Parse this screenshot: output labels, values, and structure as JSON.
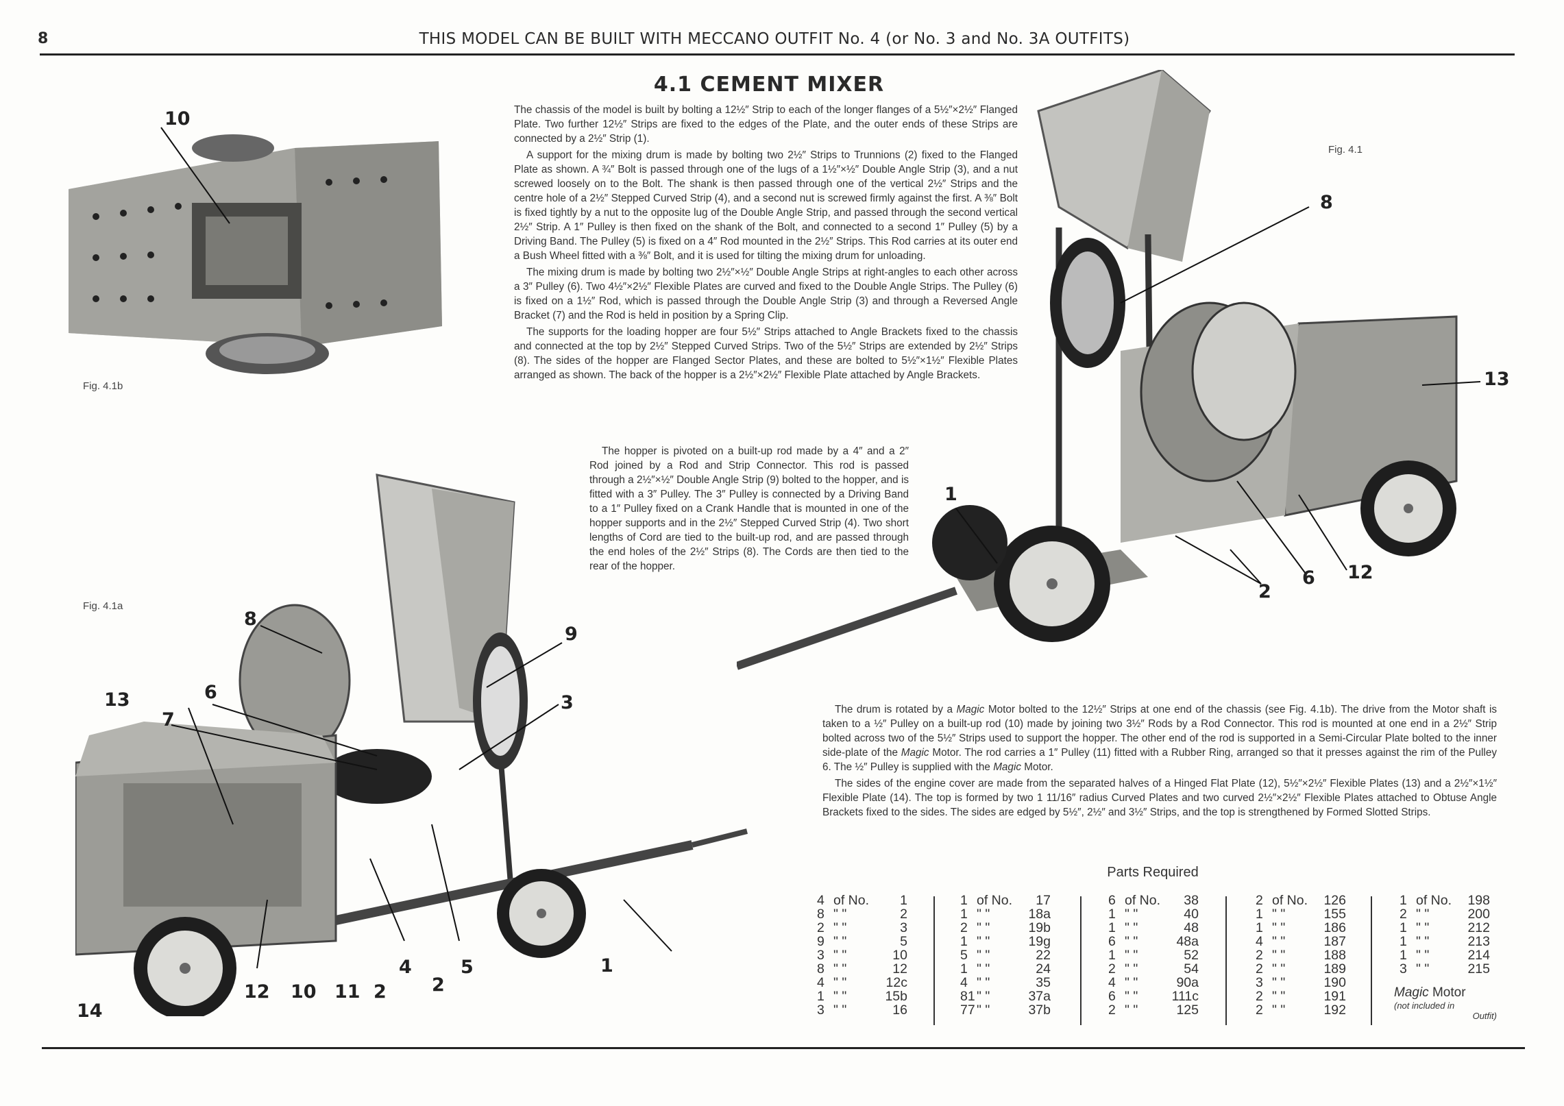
{
  "page": {
    "number": "8",
    "header": "THIS MODEL CAN BE BUILT WITH MECCANO OUTFIT No. 4 (or No. 3 and No. 3A OUTFITS)",
    "title": "4.1  CEMENT MIXER"
  },
  "text": {
    "p1": "The chassis of the model is built by bolting a 12½″ Strip to each of the longer flanges of a 5½″×2½″ Flanged Plate. Two further 12½″ Strips are fixed to the edges of the Plate, and the outer ends of these Strips are connected by a 2½″ Strip (1).",
    "p2": "A support for the mixing drum is made by bolting two 2½″ Strips to Trunnions (2) fixed to the Flanged Plate as shown. A ¾″ Bolt is passed through one of the lugs of a 1½″×½″ Double Angle Strip (3), and a nut screwed loosely on to the Bolt. The shank is then passed through one of the vertical 2½″ Strips and the centre hole of a 2½″ Stepped Curved Strip (4), and a second nut is screwed firmly against the first. A ⅜″ Bolt is fixed tightly by a nut to the opposite lug of the Double Angle Strip, and passed through the second vertical 2½″ Strip. A 1″ Pulley is then fixed on the shank of the Bolt, and connected to a second 1″ Pulley (5) by a Driving Band. The Pulley (5) is fixed on a 4″ Rod mounted in the 2½″ Strips. This Rod carries at its outer end a Bush Wheel fitted with a ⅜″ Bolt, and it is used for tilting the mixing drum for unloading.",
    "p3": "The mixing drum is made by bolting two 2½″×½″ Double Angle Strips at right-angles to each other across a 3″ Pulley (6). Two 4½″×2½″ Flexible Plates are curved and fixed to the Double Angle Strips. The Pulley (6) is fixed on a 1½″ Rod, which is passed through the Double Angle Strip (3) and through a Reversed Angle Bracket (7) and the Rod is held in position by a Spring Clip.",
    "p4": "The supports for the loading hopper are four 5½″ Strips attached to Angle Brackets fixed to the chassis and connected at the top by 2½″ Stepped Curved Strips. Two of the 5½″ Strips are extended by 2½″ Strips (8). The sides of the hopper are Flanged Sector Plates, and these are bolted to 5½″×1½″ Flexible Plates arranged as shown. The back of the hopper is a 2½″×2½″ Flexible Plate attached by Angle Brackets.",
    "p5": "The hopper is pivoted on a built-up rod made by a 4″ and a 2″ Rod joined by a Rod and Strip Connector. This rod is passed through a 2½″×½″ Double Angle Strip (9) bolted to the hopper, and is fitted with a 3″ Pulley. The 3″ Pulley is connected by a Driving Band to a 1″ Pulley fixed on a Crank Handle that is mounted in one of the hopper supports and in the 2½″ Stepped Curved Strip (4). Two short lengths of Cord are tied to the built-up rod, and are passed through the end holes of the 2½″ Strips (8). The Cords are then tied to the rear of the hopper.",
    "p6a": "The drum is rotated by a ",
    "magic": "Magic",
    "p6b": " Motor bolted to the 12½″ Strips at one end of the chassis (see Fig. 4.1b). The drive from the Motor shaft is taken to a ½″ Pulley on a built-up rod (10) made by joining two 3½″ Rods by a Rod Connector. This rod is mounted at one end in a 2½″ Strip bolted across two of the 5½″ Strips used to support the hopper. The other end of the rod is supported in a Semi-Circular Plate bolted to the inner side-plate of the ",
    "p6c": " Motor. The rod carries a 1″ Pulley (11) fitted with a Rubber Ring, arranged so that it presses against the rim of the Pulley 6. The ½″ Pulley is supplied with the ",
    "p6d": " Motor.",
    "p7": "The sides of the engine cover are made from the separated halves of a Hinged Flat Plate (12), 5½″×2½″ Flexible Plates (13) and a 2½″×1½″ Flexible Plate (14). The top is formed by two 1 11/16″ radius Curved Plates and two curved 2½″×2½″ Flexible Plates attached to Obtuse Angle Brackets fixed to the sides. The sides are edged by 5½″, 2½″ and 3½″ Strips, and the top is strengthened by Formed Slotted Strips."
  },
  "figures": {
    "fig_b": {
      "label": "Fig. 4.1b",
      "callouts": [
        "10"
      ]
    },
    "fig_a": {
      "label": "Fig. 4.1a",
      "callouts": [
        "8",
        "9",
        "13",
        "6",
        "7",
        "3",
        "4",
        "5",
        "2",
        "12",
        "10",
        "11",
        "2",
        "1",
        "14"
      ]
    },
    "fig_main": {
      "label": "Fig. 4.1",
      "callouts": [
        "8",
        "13",
        "1",
        "2",
        "6",
        "12"
      ]
    }
  },
  "parts": {
    "title": "Parts Required",
    "of_no": "of No.",
    "ditto": "\" \"",
    "columns": [
      [
        [
          "4",
          "1"
        ],
        [
          "8",
          "2"
        ],
        [
          "2",
          "3"
        ],
        [
          "9",
          "5"
        ],
        [
          "3",
          "10"
        ],
        [
          "8",
          "12"
        ],
        [
          "4",
          "12c"
        ],
        [
          "1",
          "15b"
        ],
        [
          "3",
          "16"
        ]
      ],
      [
        [
          "1",
          "17"
        ],
        [
          "1",
          "18a"
        ],
        [
          "2",
          "19b"
        ],
        [
          "1",
          "19g"
        ],
        [
          "5",
          "22"
        ],
        [
          "1",
          "24"
        ],
        [
          "4",
          "35"
        ],
        [
          "81",
          "37a"
        ],
        [
          "77",
          "37b"
        ]
      ],
      [
        [
          "6",
          "38"
        ],
        [
          "1",
          "40"
        ],
        [
          "1",
          "48"
        ],
        [
          "6",
          "48a"
        ],
        [
          "1",
          "52"
        ],
        [
          "2",
          "54"
        ],
        [
          "4",
          "90a"
        ],
        [
          "6",
          "111c"
        ],
        [
          "2",
          "125"
        ]
      ],
      [
        [
          "2",
          "126"
        ],
        [
          "1",
          "155"
        ],
        [
          "1",
          "186"
        ],
        [
          "4",
          "187"
        ],
        [
          "2",
          "188"
        ],
        [
          "2",
          "189"
        ],
        [
          "3",
          "190"
        ],
        [
          "2",
          "191"
        ],
        [
          "2",
          "192"
        ]
      ],
      [
        [
          "1",
          "198"
        ],
        [
          "2",
          "200"
        ],
        [
          "1",
          "212"
        ],
        [
          "1",
          "213"
        ],
        [
          "1",
          "214"
        ],
        [
          "3",
          "215"
        ]
      ]
    ],
    "motor": {
      "magic": "Magic",
      "motor": " Motor",
      "note1": "(not included in",
      "note2": "Outfit)"
    }
  }
}
